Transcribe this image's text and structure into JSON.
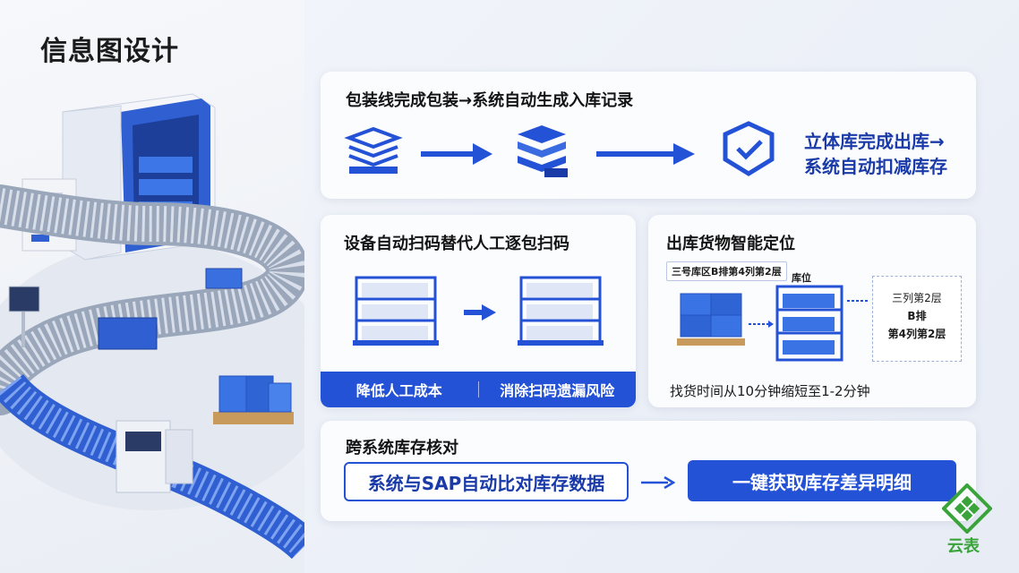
{
  "page": {
    "title": "信息图设计"
  },
  "card1": {
    "title": "包装线完成包装→系统自动生成入库记录",
    "result_line1": "立体库完成出库→",
    "result_line2": "系统自动扣减库存"
  },
  "card2": {
    "title": "设备自动扫码替代人工逐包扫码",
    "benefit1": "降低人工成本",
    "benefit2": "消除扫码遗漏风险"
  },
  "card3": {
    "title": "出库货物智能定位",
    "location_tag": "三号库区B排第4列第2层",
    "slot_label": "库位",
    "detail_line1": "三列第2层",
    "detail_line2": "B排",
    "detail_line3": "第4列第2层",
    "time_saving": "找货时间从10分钟缩短至1-2分钟"
  },
  "card4": {
    "title": "跨系统库存核对",
    "step1": "系统与SAP自动比对库存数据",
    "step2": "一键获取库存差异明细"
  },
  "watermark": {
    "text": "云表"
  },
  "colors": {
    "accent": "#2452d6",
    "dark_blue": "#1a3aa8",
    "green": "#3aa43a"
  }
}
